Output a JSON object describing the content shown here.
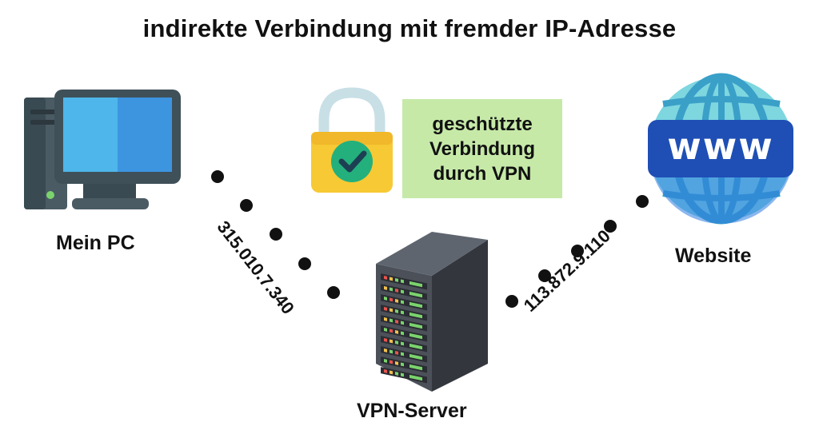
{
  "title": "indirekte Verbindung mit fremder IP-Adresse",
  "nodes": {
    "pc": {
      "label": "Mein PC",
      "icon": "desktop-computer-icon"
    },
    "vpn": {
      "label": "VPN-Server",
      "icon": "server-rack-icon"
    },
    "website": {
      "label": "Website",
      "icon": "www-globe-icon",
      "icon_text": "www"
    }
  },
  "lock": {
    "icon": "padlock-checkmark-icon"
  },
  "info_box": {
    "text": "geschützte\nVerbindung\ndurch VPN",
    "color": "#c6e9a8"
  },
  "connections": {
    "pc_to_vpn": {
      "ip": "315.010.7.340"
    },
    "vpn_to_website": {
      "ip": "113.872.9.110"
    }
  },
  "colors": {
    "monitor_screen": "#4eb6ea",
    "pc_body": "#3a4a52",
    "server_body": "#3b3f46",
    "globe_blue": "#1f6fd1",
    "globe_light": "#7ed6df",
    "lock_yellow": "#f7c934",
    "check_green": "#23b07d"
  }
}
